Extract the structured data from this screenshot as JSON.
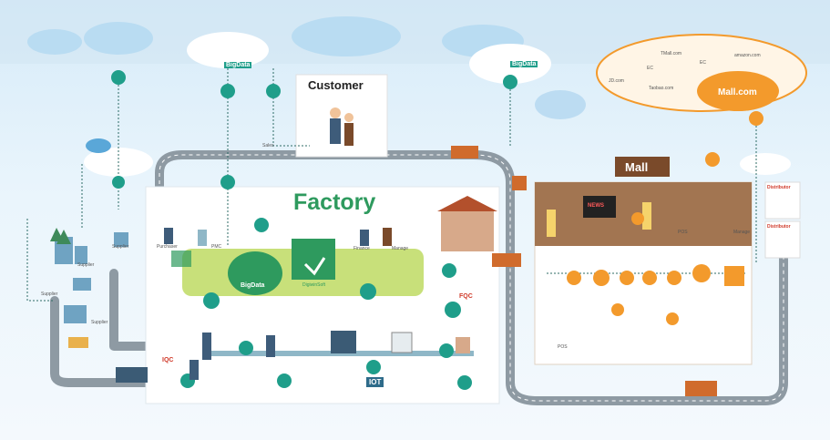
{
  "title": {
    "factory": "Factory",
    "customer": "Customer",
    "mall": "Mall"
  },
  "clouds": {
    "bigdata_main": "BigData",
    "bigdata_right": "BigData",
    "bigdata_factory": "BigData",
    "digiwin_label": "DigiwinSoft"
  },
  "ecommerce": {
    "jdcom": "JD.com",
    "tmall": "TMall.com",
    "taobao": "Taobao.com",
    "amazon": "amazon.com",
    "mall": "Mall.com",
    "ec1": "EC",
    "ec2": "EC"
  },
  "roles": {
    "purchaser": "Purchaser",
    "pmc": "PMC",
    "finance": "Finance",
    "manager_factory": "Manage",
    "sales": "Sales",
    "supplier1": "Supplier",
    "supplier2": "Supplier",
    "supplier3": "Supplier",
    "supplier4": "Supplier",
    "pos1": "POS",
    "pos2": "POS",
    "manager_mall": "Manage",
    "distributor1": "Distributor",
    "distributor2": "Distributor"
  },
  "badges": {
    "iqc": "IQC",
    "fqc": "FQC",
    "iot": "IOT",
    "news": "NEWS"
  },
  "colors": {
    "road": "#8e9aa3",
    "factory_green": "#2e9a5e",
    "lime_bar": "#c8e07a",
    "teal_icon": "#1f9e8a",
    "orange": "#f39a2c",
    "mall_brown": "#7a4a2a"
  }
}
